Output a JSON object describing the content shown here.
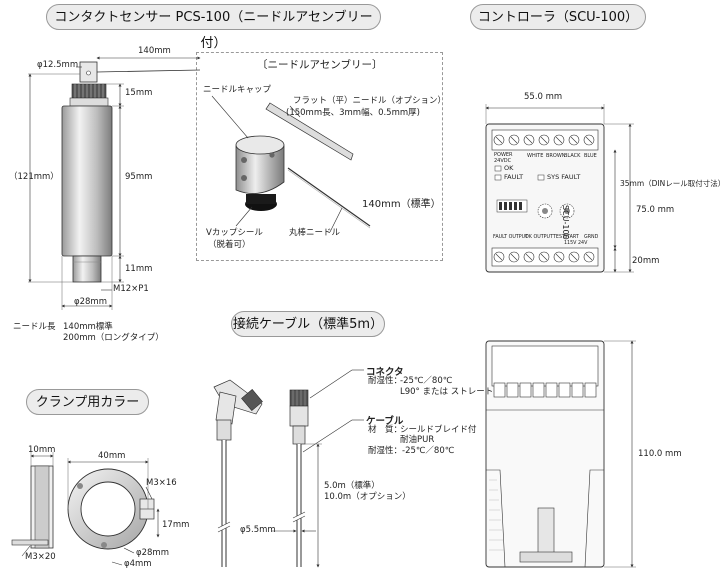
{
  "titles": {
    "sensor": "コンタクトセンサー PCS-100（ニードルアセンブリー付）",
    "controller": "コントローラ（SCU-100）",
    "needle_assembly": "〔ニードルアセンブリー〕",
    "cable": "接続ケーブル（標準5m）",
    "clamp": "クランプ用カラー"
  },
  "sensor": {
    "dia_top": "φ12.5mm",
    "len_140": "140mm",
    "dim_15": "15mm",
    "dim_121": "（121mm）",
    "dim_95": "95mm",
    "dim_11": "11mm",
    "thread": "M12×P1",
    "dia_body": "φ28mm",
    "needle_len_label": "ニードル長",
    "needle_len_std": "140mm標準",
    "needle_len_long": "200mm（ロングタイプ）"
  },
  "assembly": {
    "needle_cap": "ニードルキャップ",
    "flat_needle": "フラット（平）ニードル（オプション）",
    "flat_needle_size": "(150mm長、3mm幅、0.5mm厚)",
    "v_cup": "Vカップシール",
    "v_cup_note": "（脱着可）",
    "len_140std": "140mm（標準）",
    "round_needle": "丸棒ニードル"
  },
  "cable": {
    "connector": "コネクタ",
    "heat_label": "耐湿性：",
    "heat_value": "-25℃／80℃",
    "connector_types": "L90° または ストレート",
    "cable_title": "ケーブル",
    "material_label": "材　質：",
    "material_value": "シールドブレイド付",
    "material_value2": "耐油PUR",
    "cable_heat": "耐湿性：-25℃／80℃",
    "length_std": "5.0m（標準）",
    "length_opt": "10.0m（オプション）",
    "diameter": "φ5.5mm"
  },
  "clamp": {
    "dim_10": "10mm",
    "dim_40": "40mm",
    "screw_m3x16": "M3×16",
    "dim_17": "17mm",
    "dia_28": "φ28mm",
    "dia_4": "φ4mm",
    "screw_m3x20": "M3×20"
  },
  "controller": {
    "width": "55.0 mm",
    "din_dim": "35mm（DINレール取付寸法）",
    "height_75": "75.0 mm",
    "dim_20": "20mm",
    "height_110": "110.0 mm",
    "panel": {
      "power": "POWER",
      "power_v": "24VDC",
      "white": "WHITE",
      "brown": "BROWN",
      "black": "BLACK",
      "blue": "BLUE",
      "ok": "OK",
      "fault": "FAULT",
      "sys_fault": "SYS FAULT",
      "model": "SCU-100",
      "fault_output": "FAULT OUTPUT",
      "ok_output": "OK OUTPUT",
      "test": "TEST",
      "start": "START",
      "start_v": "115V 24V",
      "ground": "GRND"
    }
  }
}
